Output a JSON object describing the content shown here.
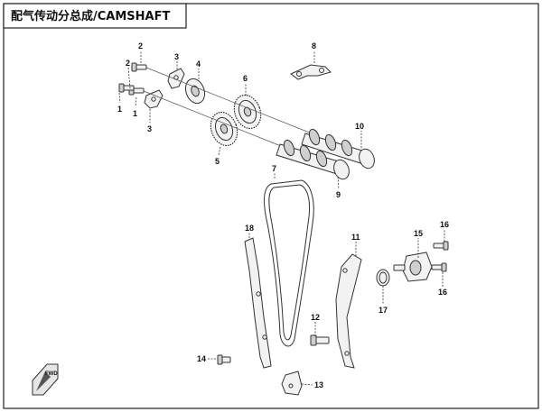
{
  "header": {
    "title": "配气传动分总成/CAMSHAFT"
  },
  "callouts": [
    "1",
    "1",
    "2",
    "2",
    "3",
    "3",
    "4",
    "5",
    "6",
    "7",
    "8",
    "9",
    "10",
    "11",
    "12",
    "13",
    "14",
    "15",
    "16",
    "16",
    "17",
    "18"
  ],
  "badge": {
    "text": "FWD",
    "icon": "direction-arrow-icon"
  }
}
